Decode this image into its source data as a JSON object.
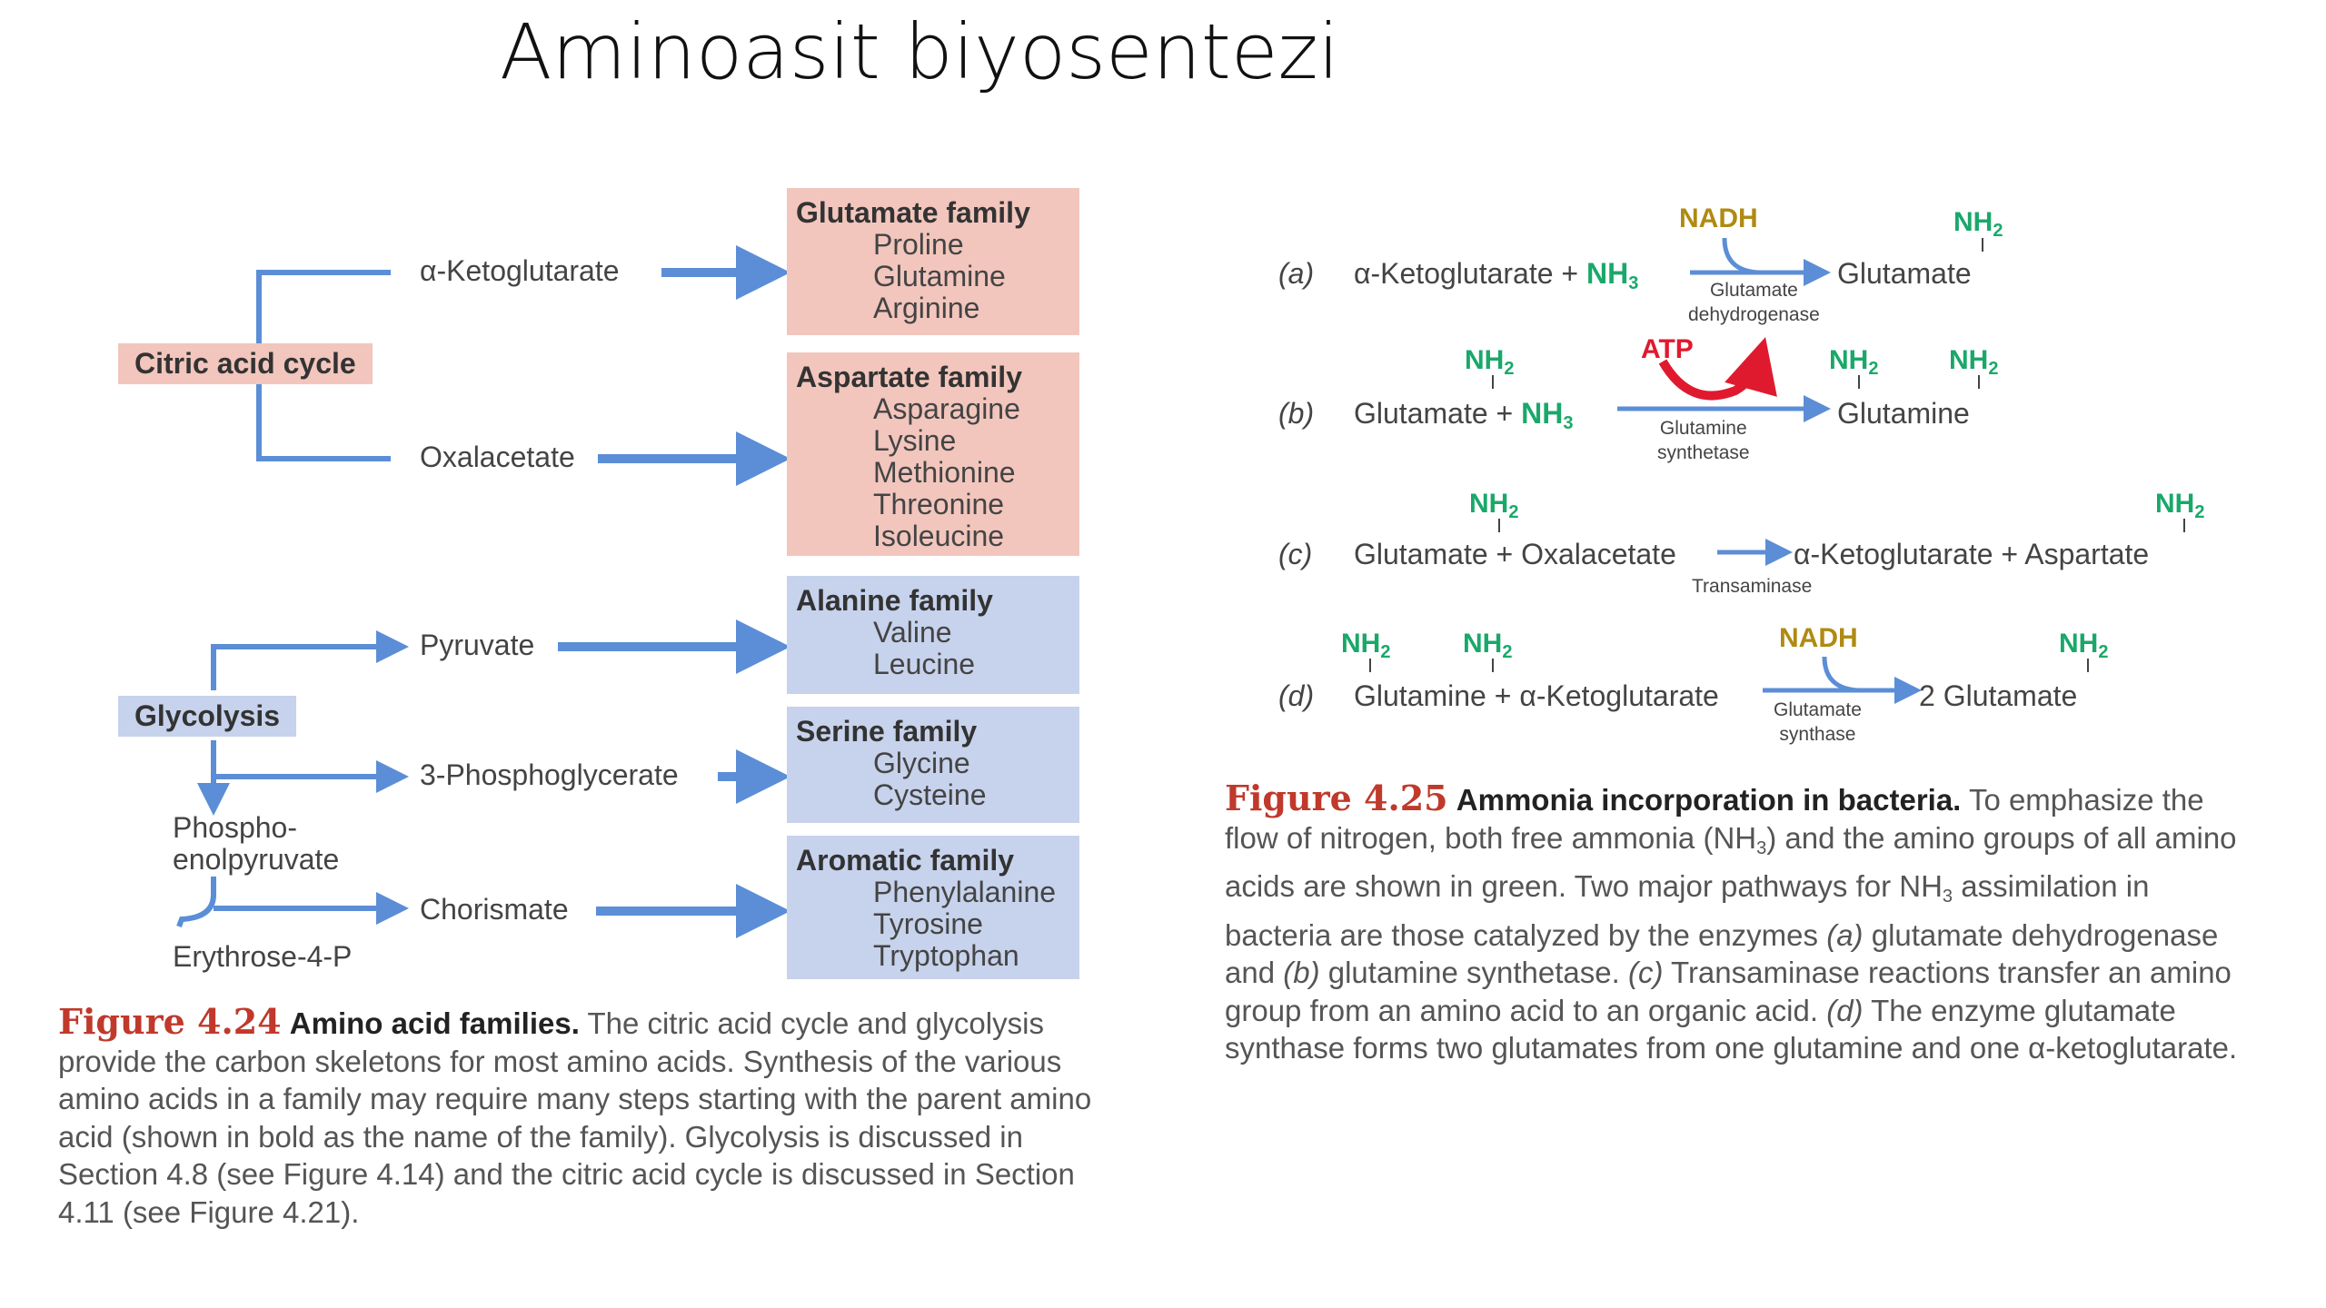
{
  "slide": {
    "title": "Aminoasit biyosentezi"
  },
  "fig24": {
    "pathways": {
      "citric": "Citric acid cycle",
      "glycolysis": "Glycolysis"
    },
    "sources": {
      "akg": "α-Ketoglutarate",
      "oxa": "Oxalacetate",
      "pyr": "Pyruvate",
      "pg": "3-Phosphoglycerate",
      "pep1": "Phospho-",
      "pep2": "enolpyruvate",
      "cho": "Chorismate",
      "e4p": "Erythrose-4-P"
    },
    "families": [
      {
        "name": "Glutamate family",
        "members": [
          "Proline",
          "Glutamine",
          "Arginine"
        ]
      },
      {
        "name": "Aspartate family",
        "members": [
          "Asparagine",
          "Lysine",
          "Methionine",
          "Threonine",
          "Isoleucine"
        ]
      },
      {
        "name": "Alanine family",
        "members": [
          "Valine",
          "Leucine"
        ]
      },
      {
        "name": "Serine family",
        "members": [
          "Glycine",
          "Cysteine"
        ]
      },
      {
        "name": "Aromatic family",
        "members": [
          "Phenylalanine",
          "Tyrosine",
          "Tryptophan"
        ]
      }
    ],
    "caption": {
      "num": "Figure 4.24",
      "title": "Amino acid families.",
      "text": "The citric acid cycle and glycolysis provide the carbon skeletons for most amino acids. Synthesis of the various amino acids in a family may require many steps starting with the parent amino acid (shown in bold as the name of the family). Glycolysis is discussed in Section 4.8 (see Figure 4.14) and the citric acid cycle is discussed in Section 4.11 (see Figure 4.21)."
    }
  },
  "fig25": {
    "a": {
      "label": "(a)",
      "left": "α-Ketoglutarate + ",
      "nh3": "NH",
      "sub3": "3",
      "cofactor": "NADH",
      "enzyme1": "Glutamate",
      "enzyme2": "dehydrogenase",
      "product": "Glutamate",
      "nh2": "NH",
      "sub2": "2"
    },
    "b": {
      "label": "(b)",
      "left": "Glutamate + ",
      "nh3": "NH",
      "sub3": "3",
      "atp": "ATP",
      "enzyme1": "Glutamine",
      "enzyme2": "synthetase",
      "product": "Glutamine",
      "nh2": "NH",
      "sub2": "2"
    },
    "c": {
      "label": "(c)",
      "left": "Glutamate + Oxalacetate",
      "enzyme": "Transaminase",
      "product": "α-Ketoglutarate + Aspartate",
      "nh2": "NH",
      "sub2": "2"
    },
    "d": {
      "label": "(d)",
      "left": "Glutamine + α-Ketoglutarate",
      "cofactor": "NADH",
      "enzyme1": "Glutamate",
      "enzyme2": "synthase",
      "product": "2 Glutamate",
      "nh2": "NH",
      "sub2": "2"
    },
    "caption": {
      "num": "Figure 4.25",
      "title": "Ammonia incorporation in bacteria.",
      "t1": "To emphasize the flow of nitrogen, both free ammonia (NH",
      "s1": "3",
      "t2": ") and the amino groups of all amino acids are shown in green. Two major pathways for NH",
      "s2": "3",
      "t3": " assimilation in bacteria are those catalyzed by the enzymes ",
      "la": "(a)",
      "t4": " glutamate dehydrogenase and ",
      "lb": "(b)",
      "t5": " glutamine synthetase. ",
      "lc": "(c)",
      "t6": " Transaminase reactions transfer an amino group from an amino acid to an organic acid. ",
      "ld": "(d)",
      "t7": " The enzyme glutamate synthase forms two glutamates from one glutamine and one α-ketoglutarate."
    }
  },
  "colors": {
    "arrow": "#5b8ed6",
    "pink": "#f2c6bd",
    "blue": "#c7d2ec",
    "green": "#1aa86a",
    "nadh": "#b08a12",
    "atp": "#e01a2e",
    "fignum": "#c0392b"
  }
}
